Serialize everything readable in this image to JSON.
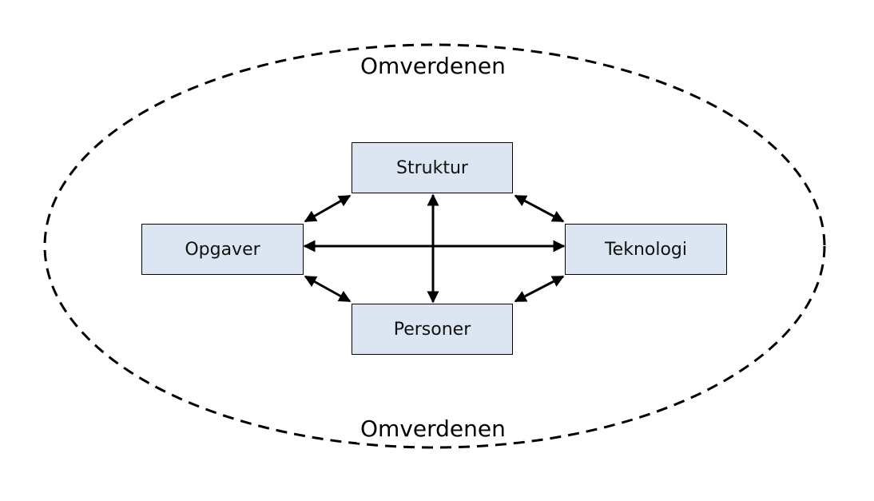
{
  "diagram": {
    "environment_label_top": "Omverdenen",
    "environment_label_bottom": "Omverdenen",
    "nodes": {
      "struktur": "Struktur",
      "opgaver": "Opgaver",
      "teknologi": "Teknologi",
      "personer": "Personer"
    },
    "connections": [
      [
        "Struktur",
        "Opgaver"
      ],
      [
        "Struktur",
        "Teknologi"
      ],
      [
        "Struktur",
        "Personer"
      ],
      [
        "Opgaver",
        "Teknologi"
      ],
      [
        "Opgaver",
        "Personer"
      ],
      [
        "Teknologi",
        "Personer"
      ]
    ],
    "colors": {
      "box_fill": "#dce6f2",
      "stroke": "#000000"
    }
  }
}
